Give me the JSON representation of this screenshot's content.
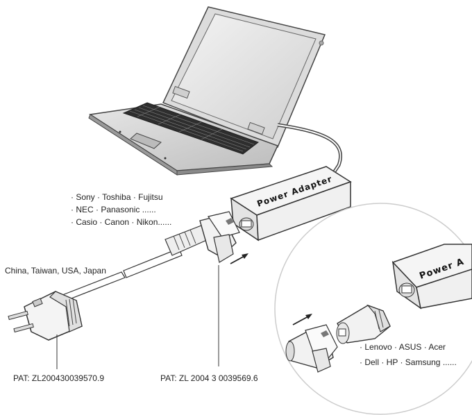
{
  "adapter": {
    "label": "Power Adapter",
    "zoom_label": "Power A"
  },
  "brands_top": {
    "line1": "· Sony  · Toshiba · Fujitsu",
    "line2": "· NEC · Panasonic ......",
    "line3": "· Casio · Canon  · Nikon......"
  },
  "brands_zoom": {
    "line1": "· Lenovo · ASUS · Acer",
    "line2": "· Dell · HP · Samsung ......"
  },
  "regions": "China, Taiwan, USA, Japan",
  "patents": {
    "plug": "PAT: ZL200430039570.9",
    "connector": "PAT: ZL 2004 3 0039569.6"
  }
}
